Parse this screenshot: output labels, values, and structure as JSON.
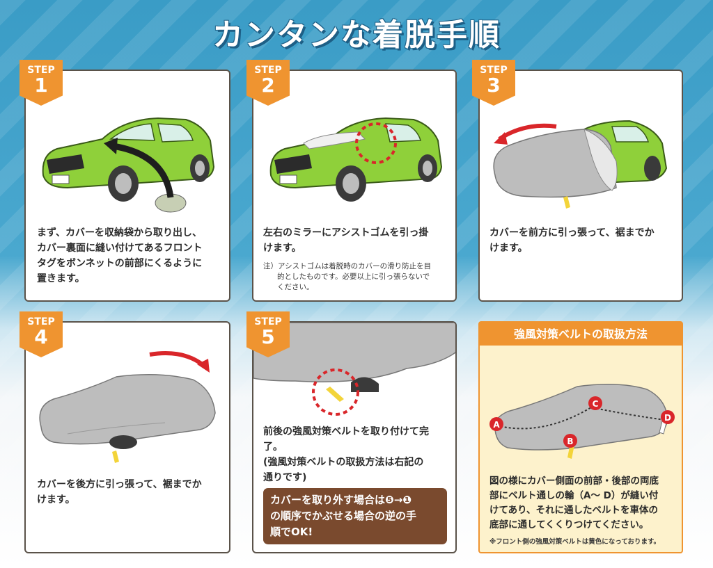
{
  "title": "カンタンな着脱手順",
  "step_label": "STEP",
  "colors": {
    "background_blue": "#3a9cc6",
    "step_orange": "#ef9430",
    "card_border": "#5a5249",
    "car_green": "#8fd03a",
    "cover_gray": "#b9b9b9",
    "arrow_red": "#d9262a",
    "note_box_brown": "#7a4a2e",
    "belt_yellow": "#f3d43a",
    "belt_panel_bg": "#fdf2cc"
  },
  "steps": [
    {
      "number": "1",
      "text": [
        "まず、カバーを収納袋から取り出し、",
        "カバー裏面に縫い付けてあるフロント",
        "タグをボンネットの前部にくるように",
        "置きます。"
      ]
    },
    {
      "number": "2",
      "text": [
        "左右のミラーにアシストゴムを引っ掛",
        "けます。"
      ],
      "note": [
        "注）アシストゴムは着脱時のカバーの滑り防止を目",
        "的としたものです。必要以上に引っ張らないで",
        "ください。"
      ]
    },
    {
      "number": "3",
      "text": [
        "カバーを前方に引っ張って、裾までか",
        "けます。"
      ]
    },
    {
      "number": "4",
      "text": [
        "カバーを後方に引っ張って、裾までか",
        "けます。"
      ]
    },
    {
      "number": "5",
      "text": [
        "前後の強風対策ベルトを取り付けて完",
        "了。",
        "(強風対策ベルトの取扱方法は右記の",
        "通りです)"
      ],
      "box": [
        "カバーを取り外す場合は❺→❶",
        "の順序でかぶせる場合の逆の手",
        "順でOK!"
      ]
    }
  ],
  "belt": {
    "heading": "強風対策ベルトの取扱方法",
    "markers": [
      "A",
      "B",
      "C",
      "D"
    ],
    "text": [
      "図の様にカバー側面の前部・後部の両底",
      "部にベルト通しの輪（A～ D）が縫い付",
      "けてあり、それに通したベルトを車体の",
      "底部に通してくくりつけてください。"
    ],
    "footnote": "※フロント側の強風対策ベルトは黄色になっております。"
  }
}
